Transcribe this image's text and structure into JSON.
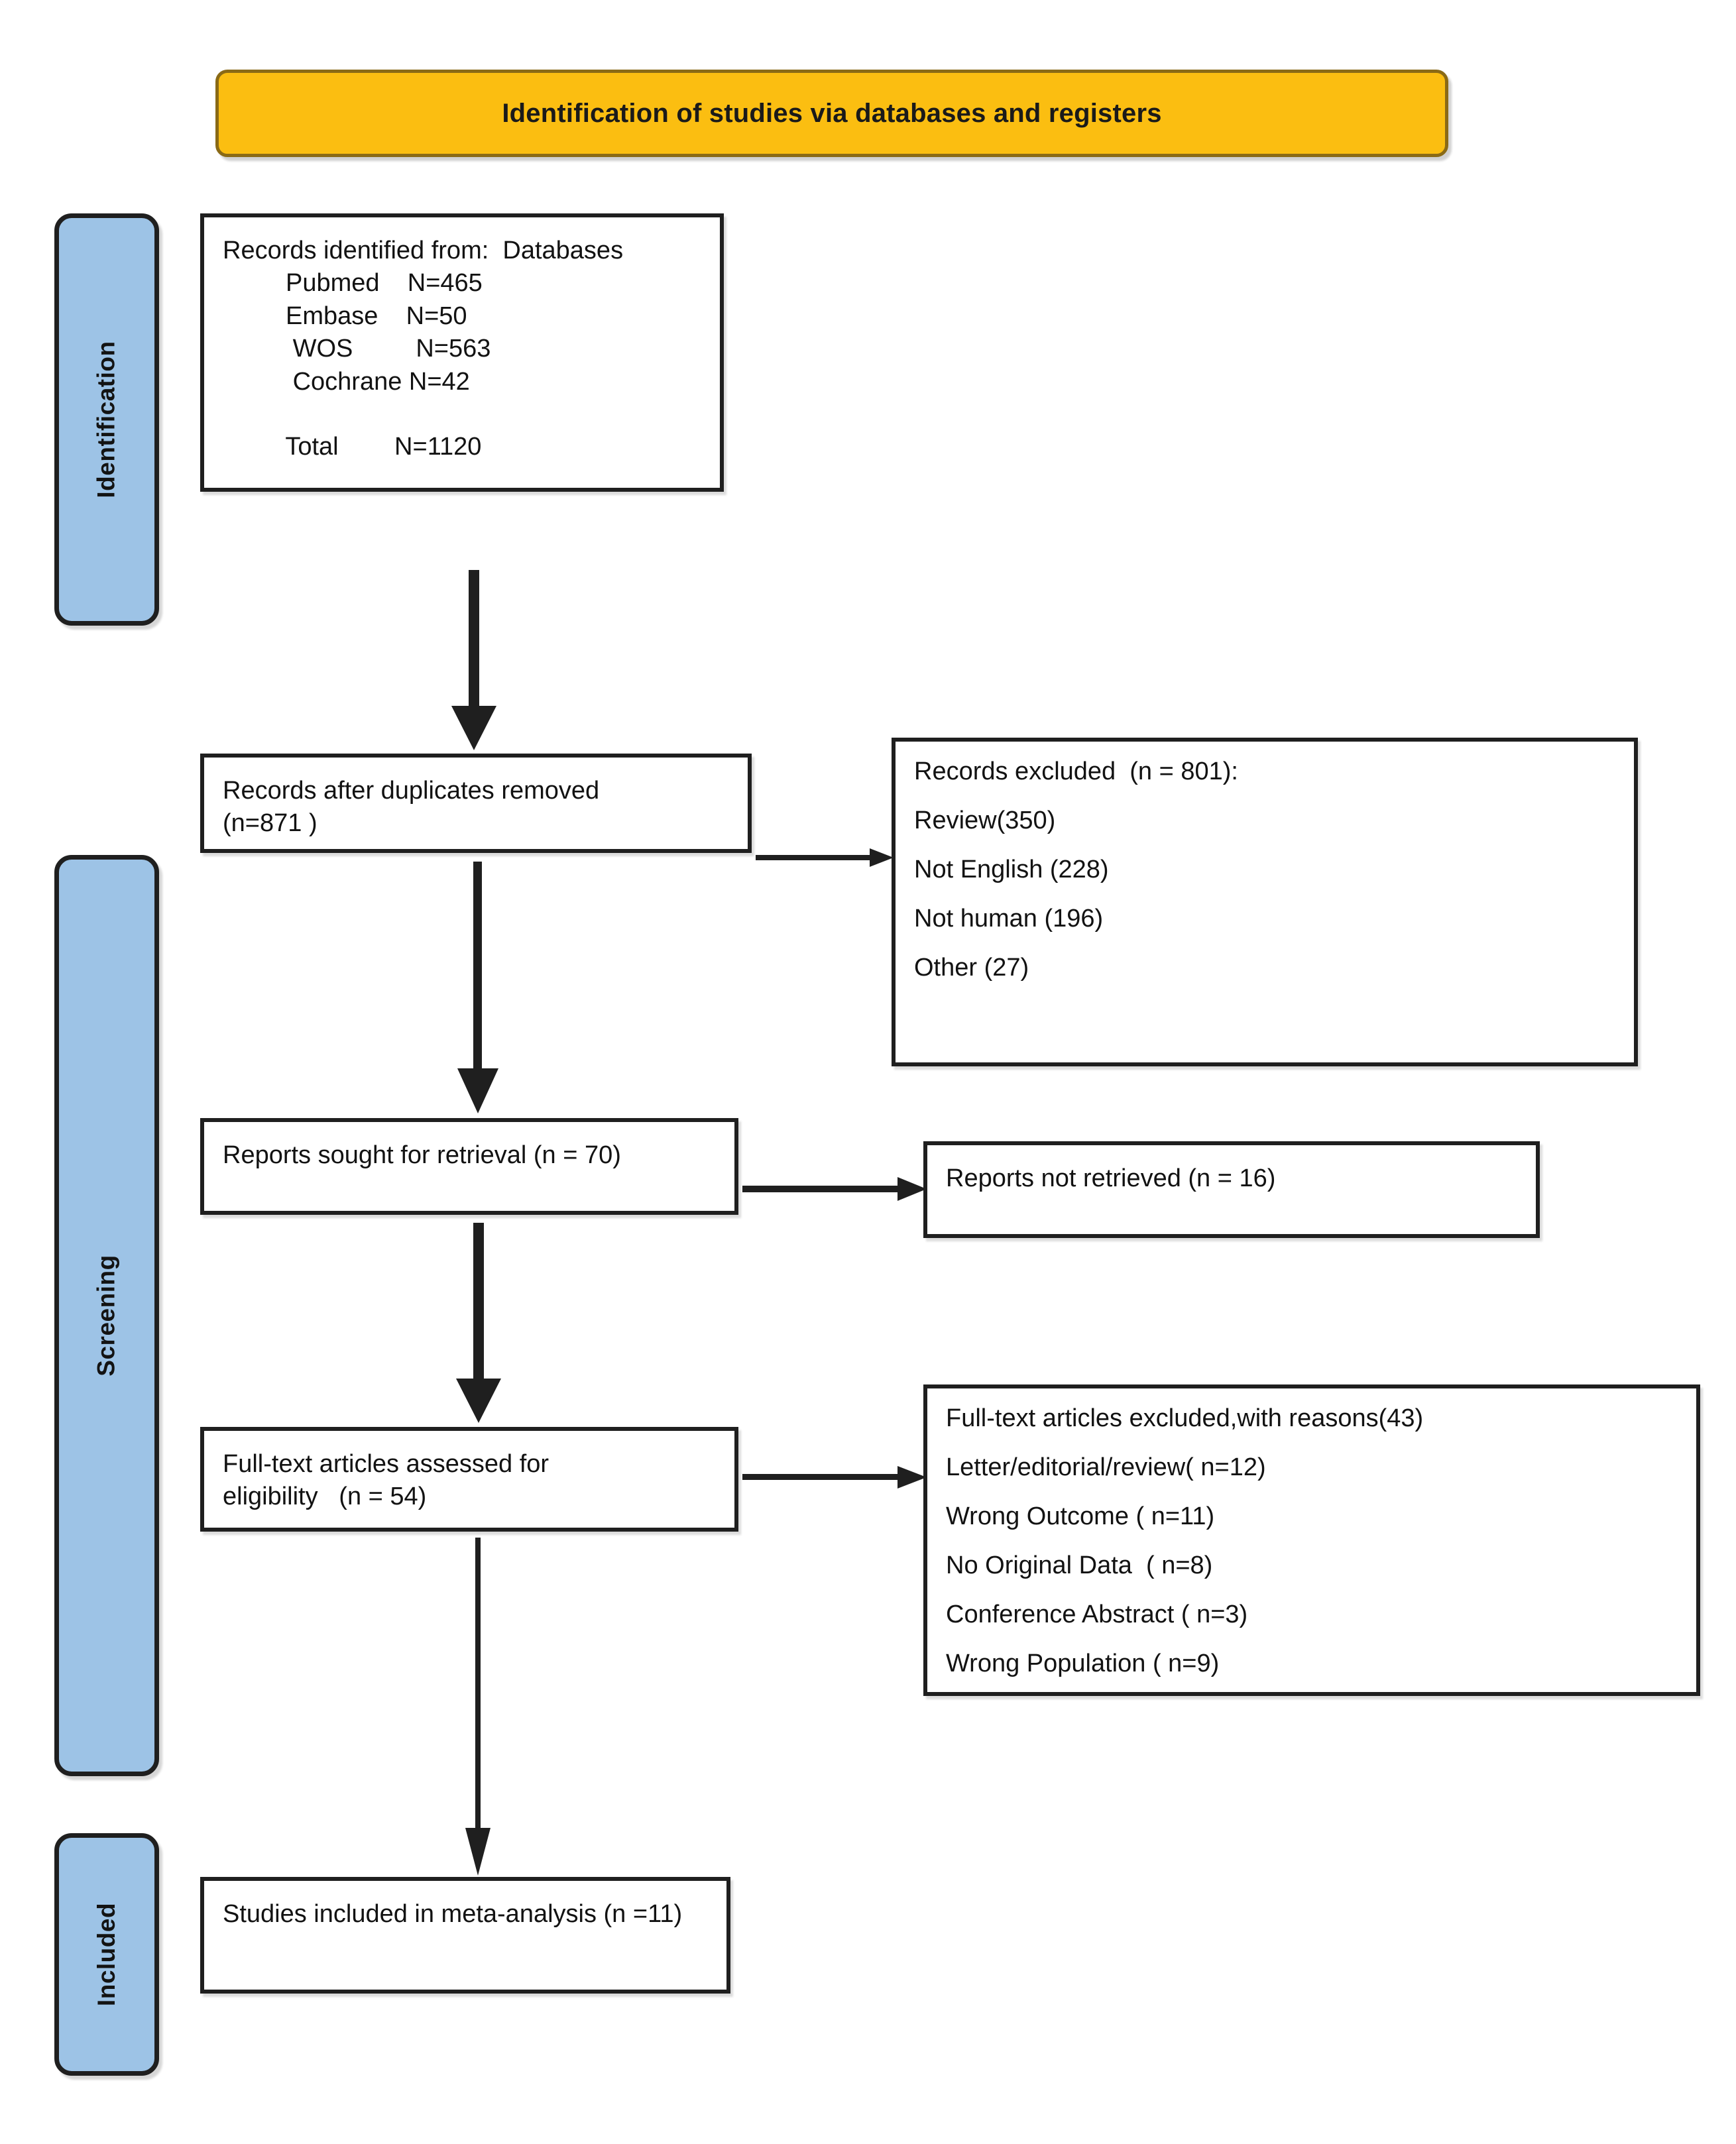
{
  "banner": {
    "title": "Identification of studies via databases and registers",
    "fill_color": "#FBBE11",
    "border_color": "#8a6a16"
  },
  "stages": [
    {
      "name": "identification",
      "label": "Identification"
    },
    {
      "name": "screening",
      "label": "Screening"
    },
    {
      "name": "included",
      "label": "Included"
    }
  ],
  "stage_bar_color": "#9DC3E6",
  "boxes": {
    "identified": {
      "heading": "Records identified from:  Databases",
      "lines": [
        "         Pubmed    N=465",
        "         Embase    N=50",
        "          WOS         N=563",
        "          Cochrane N=42",
        "",
        "         Total        N=1120"
      ]
    },
    "duplicates": {
      "line1": "Records after duplicates removed",
      "line2": "(n=871 )"
    },
    "records_excluded": {
      "heading": "Records excluded  (n = 801):",
      "reasons": [
        "Review(350)",
        "Not English (228)",
        "Not human (196)",
        "Other (27)"
      ]
    },
    "reports_sought": {
      "line1": "Reports sought for retrieval (n = 70)"
    },
    "reports_not_retrieved": {
      "line1": "Reports not retrieved (n = 16)"
    },
    "fulltext_assessed": {
      "line1": "Full-text articles assessed for",
      "line2": "eligibility   (n = 54)"
    },
    "fulltext_excluded": {
      "heading": "Full-text articles excluded,with reasons(43)",
      "reasons": [
        "Letter/editorial/review( n=12)",
        "Wrong Outcome ( n=11)",
        "No Original Data  ( n=8)",
        "Conference Abstract ( n=3)",
        "Wrong Population ( n=9)"
      ]
    },
    "studies_included": {
      "line1": "Studies included in meta-analysis (n =11)"
    }
  },
  "flow_counts": {
    "databases": [
      {
        "source": "Pubmed",
        "n": 465
      },
      {
        "source": "Embase",
        "n": 50
      },
      {
        "source": "WOS",
        "n": 563
      },
      {
        "source": "Cochrane",
        "n": 42
      }
    ],
    "total_identified": 1120,
    "after_duplicates": 871,
    "records_excluded_total": 801,
    "reports_sought": 70,
    "reports_not_retrieved": 16,
    "fulltext_assessed": 54,
    "fulltext_excluded_total": 43,
    "studies_included": 11
  }
}
